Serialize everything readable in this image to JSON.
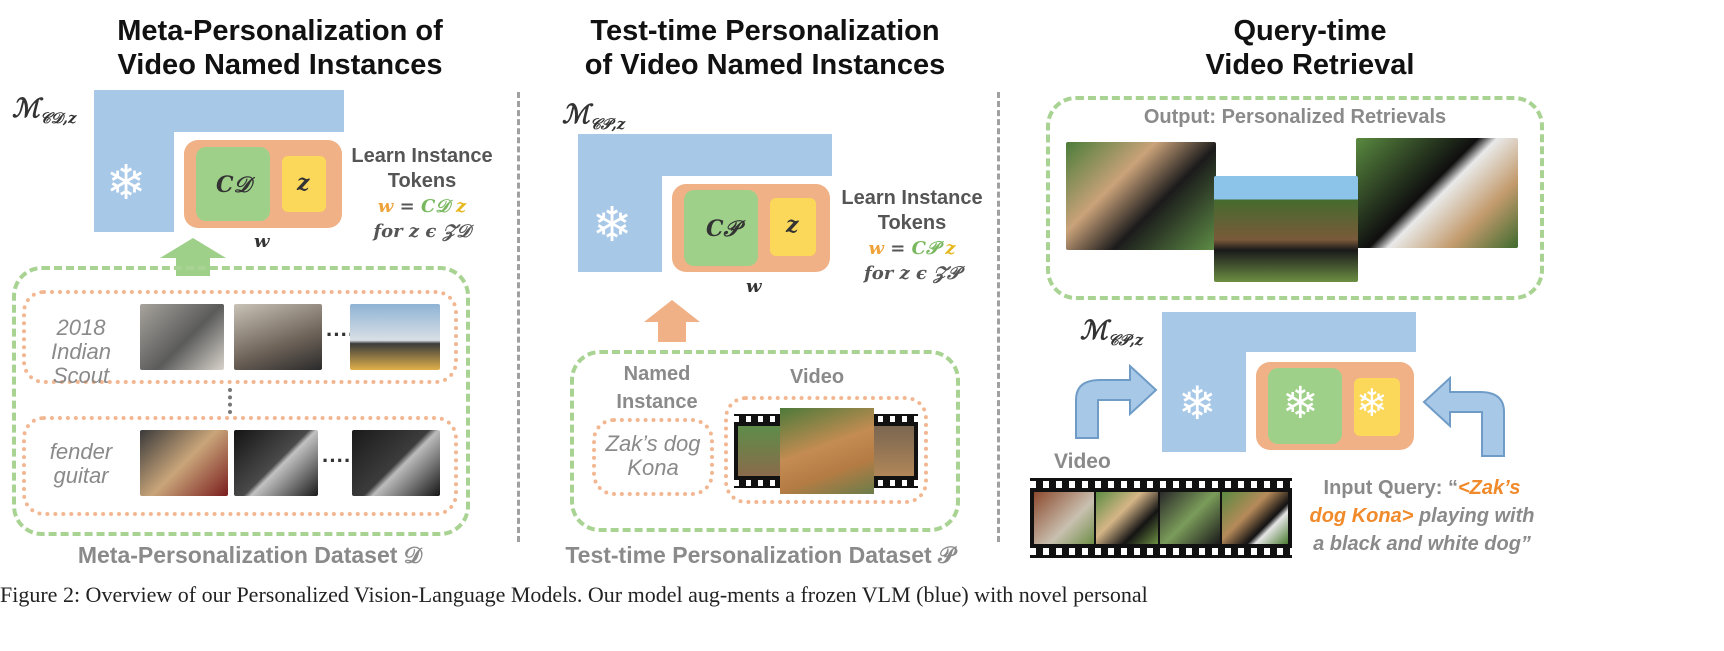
{
  "panel1": {
    "title_line1": "Meta-Personalization of",
    "title_line2": "Video Named Instances",
    "model_label": "ℳ",
    "model_sub": "𝒞𝒟,z",
    "token_c": "C𝒟",
    "token_z": "z",
    "token_w": "w",
    "learn_line1": "Learn Instance",
    "learn_line2": "Tokens",
    "eq_w": "w",
    "eq_eq": " = ",
    "eq_c": "C𝒟",
    "eq_z": " z",
    "eq_for": "for z ϵ 𝒵𝒟",
    "items": [
      {
        "label_line1": "2018 Indian",
        "label_line2": "Scout"
      },
      {
        "label_line1": "fender",
        "label_line2": "guitar"
      }
    ],
    "dataset_label": "Meta-Personalization Dataset 𝒟"
  },
  "panel2": {
    "title_line1": "Test-time Personalization",
    "title_line2": "of Video Named Instances",
    "model_label": "ℳ",
    "model_sub": "𝒞𝒫,z",
    "token_c": "C𝒫",
    "token_z": "z",
    "token_w": "w",
    "learn_line1": "Learn Instance",
    "learn_line2": "Tokens",
    "eq_w": "w",
    "eq_eq": " = ",
    "eq_c": "C𝒫",
    "eq_z": " z",
    "eq_for": "for z ϵ 𝒵𝒫",
    "named_line1": "Named",
    "named_line2": "Instance",
    "video_label": "Video",
    "instance_line1": "Zak’s dog",
    "instance_line2": "Kona",
    "dataset_label": "Test-time Personalization Dataset 𝒫"
  },
  "panel3": {
    "title_line1": "Query-time",
    "title_line2": "Video Retrieval",
    "output_label": "Output: Personalized Retrievals",
    "model_label": "ℳ",
    "model_sub": "𝒞𝒫,z",
    "video_label": "Video",
    "query_prefix": "Input Query: “",
    "query_highlight_1": "<Zak’s",
    "query_highlight_2": "dog Kona>",
    "query_rest_1": " playing with",
    "query_rest_2": "a black and white dog”"
  },
  "caption": "Figure 2:  Overview of our Personalized Vision-Language Models.  Our model aug-ments a frozen VLM (blue) with novel personal",
  "colors": {
    "frozen_blue": "#a8c8e8",
    "token_orange": "#f0b186",
    "token_green": "#9fd08a",
    "token_yellow": "#fbd75a",
    "dashed_green": "#a9d392",
    "highlight_orange": "#f08a2a"
  }
}
